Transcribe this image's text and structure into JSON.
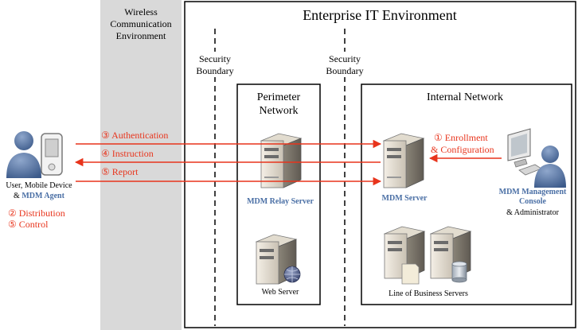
{
  "zones": {
    "wireless": {
      "line1": "Wireless",
      "line2": "Communication",
      "line3": "Environment"
    },
    "enterprise": {
      "title": "Enterprise IT Environment"
    },
    "boundary_left": {
      "line1": "Security",
      "line2": "Boundary"
    },
    "boundary_right": {
      "line1": "Security",
      "line2": "Boundary"
    },
    "perimeter": {
      "line1": "Perimeter",
      "line2": "Network"
    },
    "internal": {
      "title": "Internal Network"
    }
  },
  "nodes": {
    "user": {
      "line1": "User, Mobile Device",
      "line2_prefix": "& ",
      "line2_highlight": "MDM Agent"
    },
    "relay": {
      "label": "MDM Relay Server"
    },
    "web": {
      "label": "Web Server"
    },
    "mdm": {
      "label": "MDM Server"
    },
    "lob": {
      "label": "Line of Business Servers"
    },
    "console": {
      "line1": "MDM Management",
      "line2": "Console",
      "line3": "& Administrator"
    }
  },
  "flows": {
    "authentication": "③ Authentication",
    "instruction": "④ Instruction",
    "report": "⑤ Report",
    "enrollment": "① Enrollment",
    "configuration": "& Configuration",
    "distribution": "② Distribution",
    "control": "⑤ Control"
  },
  "colors": {
    "flow": "#e8341c",
    "highlight": "#4a6fa5",
    "wireless_zone": "#d9d9d9",
    "text": "#000000"
  }
}
